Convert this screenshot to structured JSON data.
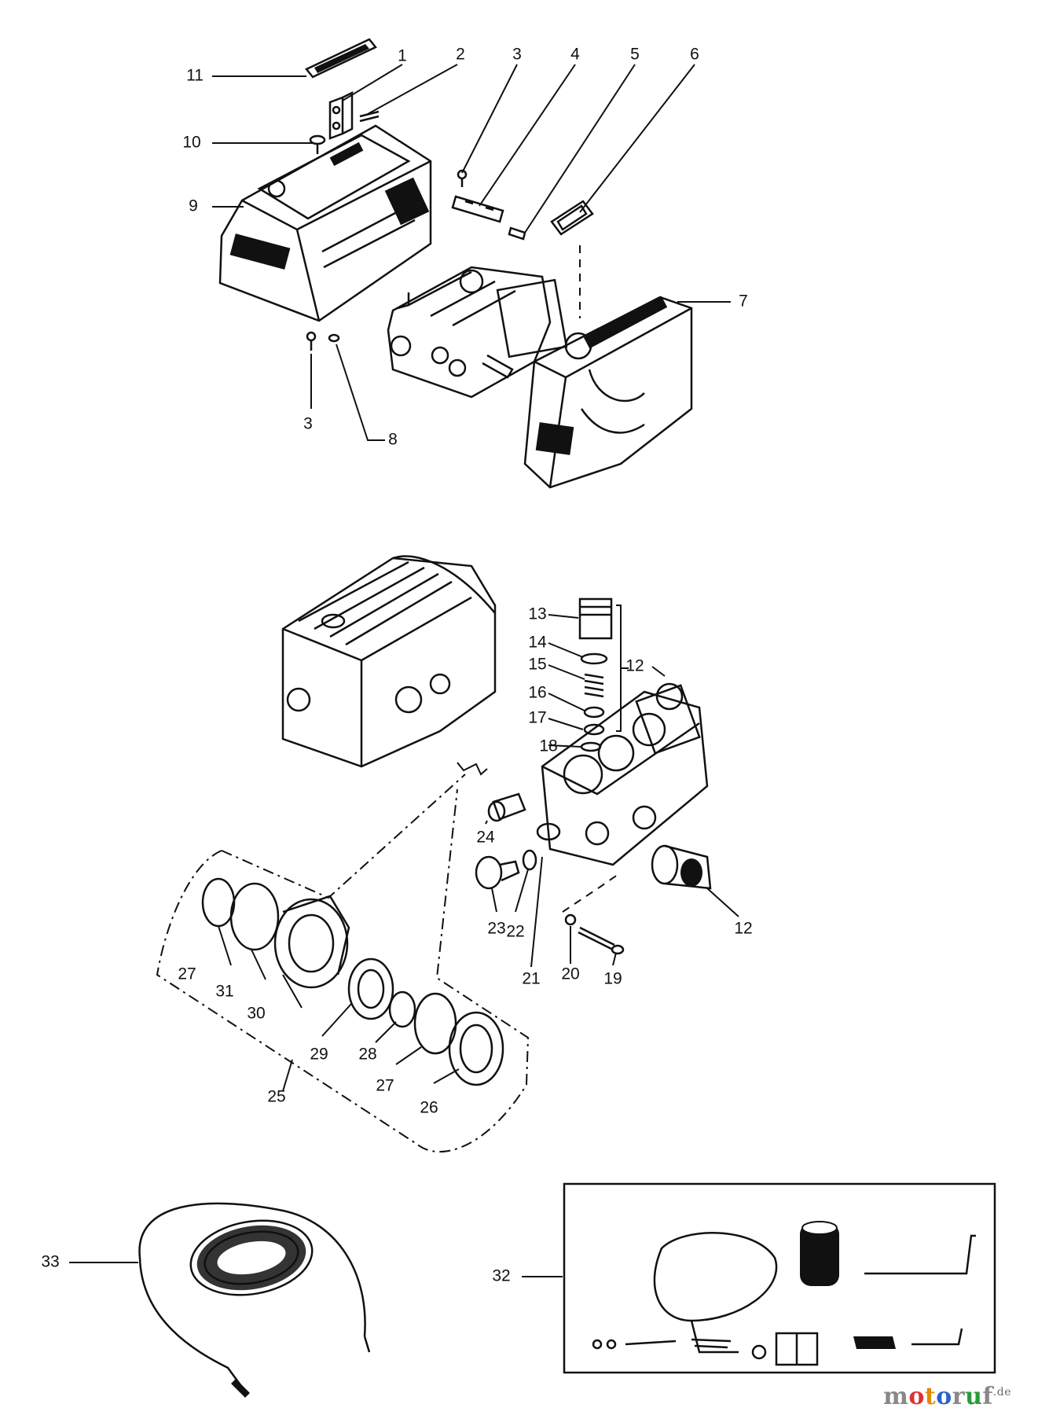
{
  "callouts": [
    "1",
    "2",
    "3",
    "4",
    "5",
    "6",
    "7",
    "8",
    "9",
    "10",
    "11",
    "12",
    "13",
    "14",
    "15",
    "16",
    "17",
    "18",
    "19",
    "20",
    "21",
    "22",
    "23",
    "24",
    "25",
    "26",
    "27",
    "28",
    "29",
    "30",
    "31",
    "32",
    "33"
  ],
  "repeat_callouts": {
    "c3b": "3",
    "c12b": "12",
    "c27b": "27"
  },
  "watermark": {
    "text": "motoruf",
    "suffix": ".de"
  },
  "colors": {
    "ink": "#111111",
    "paper": "#ffffff"
  }
}
